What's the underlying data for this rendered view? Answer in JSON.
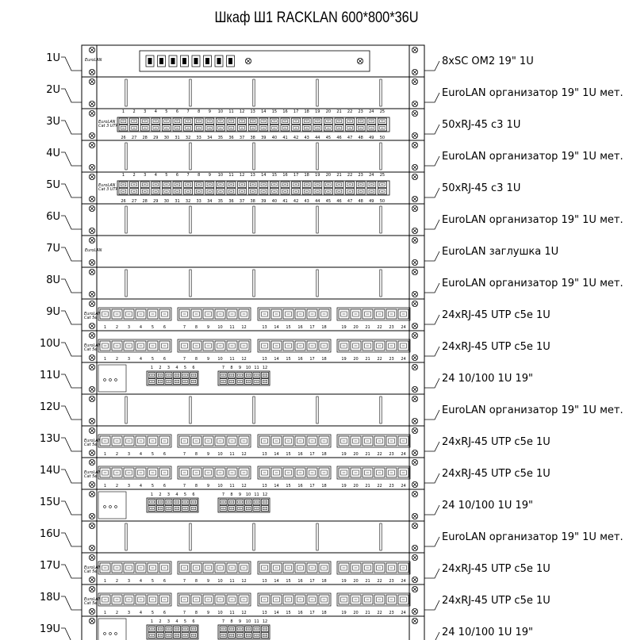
{
  "title": "Шкаф Ш1 RACKLAN 600*800*36U",
  "brand_mark": "EuroLAN",
  "units": [
    {
      "u": "1U",
      "type": "sc",
      "label": "8xSC OM2 19\" 1U"
    },
    {
      "u": "2U",
      "type": "org",
      "label": "EuroLAN организатор 19\" 1U мет."
    },
    {
      "u": "3U",
      "type": "rj50",
      "label": "50xRJ-45 c3 1U"
    },
    {
      "u": "4U",
      "type": "org",
      "label": "EuroLAN организатор 19\" 1U мет."
    },
    {
      "u": "5U",
      "type": "rj50",
      "label": "50xRJ-45 c3 1U"
    },
    {
      "u": "6U",
      "type": "org",
      "label": "EuroLAN организатор 19\" 1U мет."
    },
    {
      "u": "7U",
      "type": "blank",
      "label": "EuroLAN заглушка 1U"
    },
    {
      "u": "8U",
      "type": "org",
      "label": "EuroLAN организатор 19\" 1U мет."
    },
    {
      "u": "9U",
      "type": "rj24",
      "label": "24xRJ-45 UTP c5e 1U"
    },
    {
      "u": "10U",
      "type": "rj24",
      "label": "24xRJ-45 UTP c5e 1U"
    },
    {
      "u": "11U",
      "type": "switch",
      "label": "24 10/100 1U 19\""
    },
    {
      "u": "12U",
      "type": "org",
      "label": "EuroLAN организатор 19\" 1U мет."
    },
    {
      "u": "13U",
      "type": "rj24",
      "label": "24xRJ-45 UTP c5e 1U"
    },
    {
      "u": "14U",
      "type": "rj24",
      "label": "24xRJ-45 UTP c5e 1U"
    },
    {
      "u": "15U",
      "type": "switch",
      "label": "24 10/100 1U 19\""
    },
    {
      "u": "16U",
      "type": "org",
      "label": "EuroLAN организатор 19\" 1U мет."
    },
    {
      "u": "17U",
      "type": "rj24",
      "label": "24xRJ-45 UTP c5e 1U"
    },
    {
      "u": "18U",
      "type": "rj24",
      "label": "24xRJ-45 UTP c5e 1U"
    },
    {
      "u": "19U",
      "type": "switch",
      "label": "24 10/100 1U 19\""
    }
  ]
}
